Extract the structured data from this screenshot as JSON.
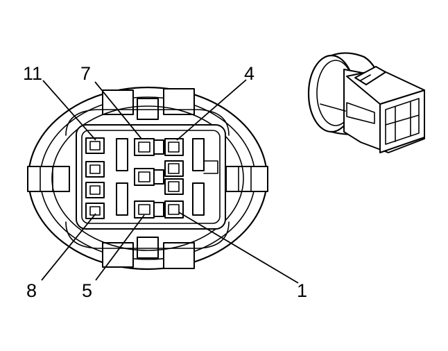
{
  "pin_labels": {
    "pin_11": "11",
    "pin_7": "7",
    "pin_4": "4",
    "pin_8": "8",
    "pin_5": "5",
    "pin_1": "1"
  }
}
